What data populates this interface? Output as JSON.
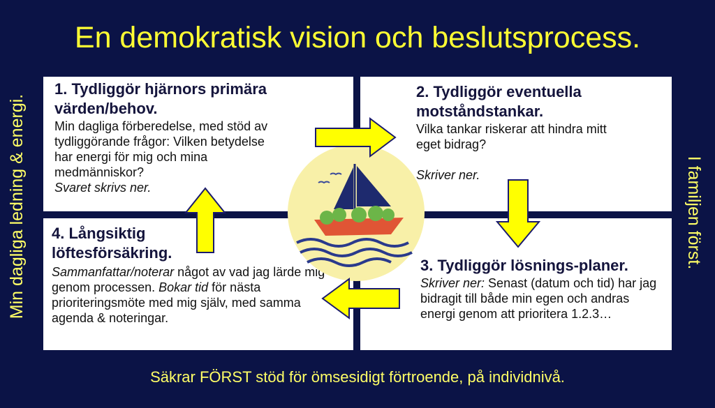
{
  "title": "En demokratisk vision och beslutsprocess.",
  "left_vertical": "Min dagliga ledning & energi.",
  "right_vertical": "I familjen först.",
  "footer": "Säkrar FÖRST stöd för ömsesidigt förtroende, på individnivå.",
  "box1": {
    "heading": "1. Tydliggör hjärnors primära värden/behov.",
    "text": "Min dagliga förberedelse, med stöd av tydliggörande frågor: Vilken betydelse har energi för mig och mina medmänniskor?",
    "italic": "Svaret skrivs ner."
  },
  "box2": {
    "heading": "2. Tydliggör eventuella motståndstankar.",
    "text": "Vilka tankar riskerar att hindra mitt eget bidrag?",
    "italic": "Skriver ner."
  },
  "box3": {
    "heading": "3. Tydliggör lösnings-planer.",
    "italic": "Skriver ner:",
    "text": "Senast (datum och tid) har jag bidragit till både min egen och andras energi genom att prioritera 1.2.3…"
  },
  "box4": {
    "heading": "4. Långsiktig löftesförsäkring.",
    "italic1": "Sammanfattar/noterar",
    "text1": "något av vad jag lärde mig genom processen.",
    "italic2": "Bokar tid",
    "text2": "för nästa prioriteringsmöte med mig själv, med samma agenda & noteringar."
  },
  "colors": {
    "background": "#0b1346",
    "title": "#ffff33",
    "arrow_fill": "#ffff00",
    "arrow_stroke": "#1a1a6e",
    "circle": "#f8f0a8",
    "sail": "#1e2a6e",
    "boat": "#e05535",
    "waves": "#2a3a8c"
  }
}
